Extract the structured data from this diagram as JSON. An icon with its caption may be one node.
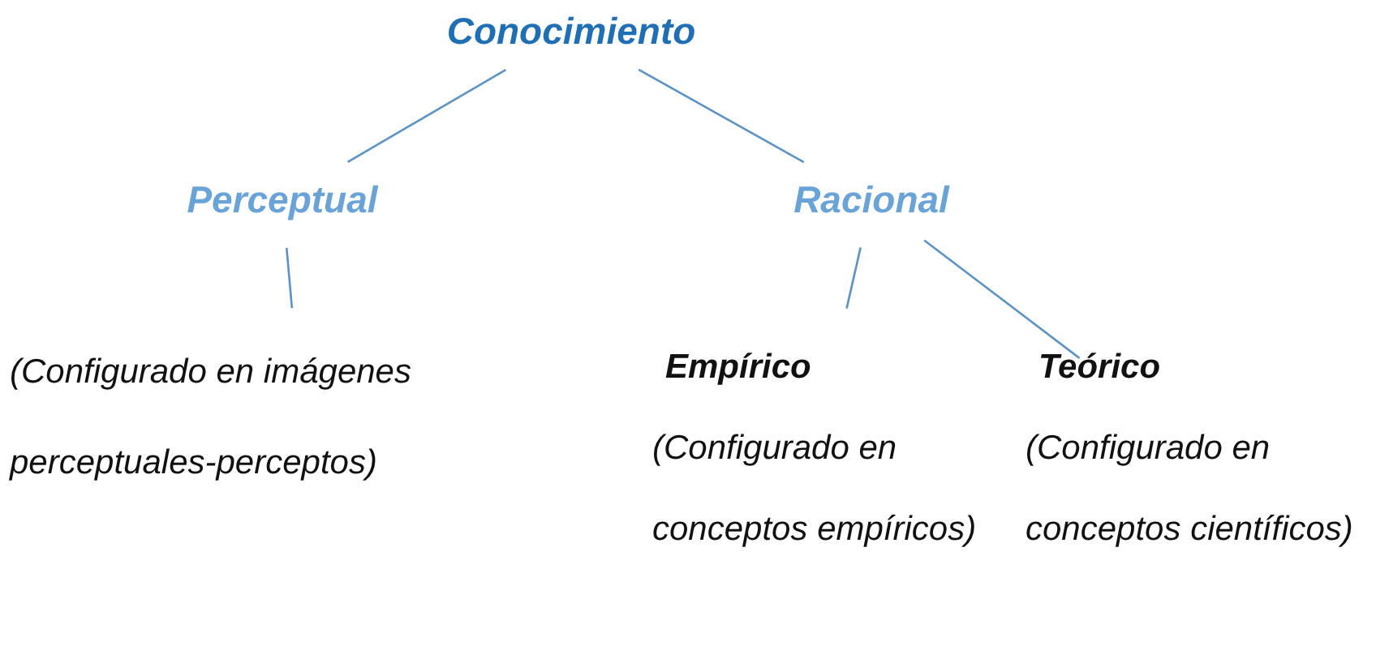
{
  "diagram": {
    "nodes": [
      {
        "text": [
          "Conocimiento"
        ]
      },
      {
        "text": [
          "Perceptual"
        ]
      },
      {
        "text": [
          "Racional"
        ]
      },
      {
        "text": [
          "(Configurado en imágenes perceptuales-perceptos)"
        ]
      },
      {
        "text": [
          "Empírico",
          "(Configurado en conceptos empíricos)"
        ]
      },
      {
        "text": [
          "Teórico",
          "(Configurado en conceptos científicos)"
        ]
      }
    ],
    "edges": [
      {
        "from": 0,
        "to": 1,
        "arrow": "none"
      },
      {
        "from": 0,
        "to": 2,
        "arrow": "none"
      },
      {
        "from": 1,
        "to": 3,
        "arrow": "none"
      },
      {
        "from": 2,
        "to": 4,
        "arrow": "none"
      },
      {
        "from": 2,
        "to": 5,
        "arrow": "none"
      }
    ]
  }
}
